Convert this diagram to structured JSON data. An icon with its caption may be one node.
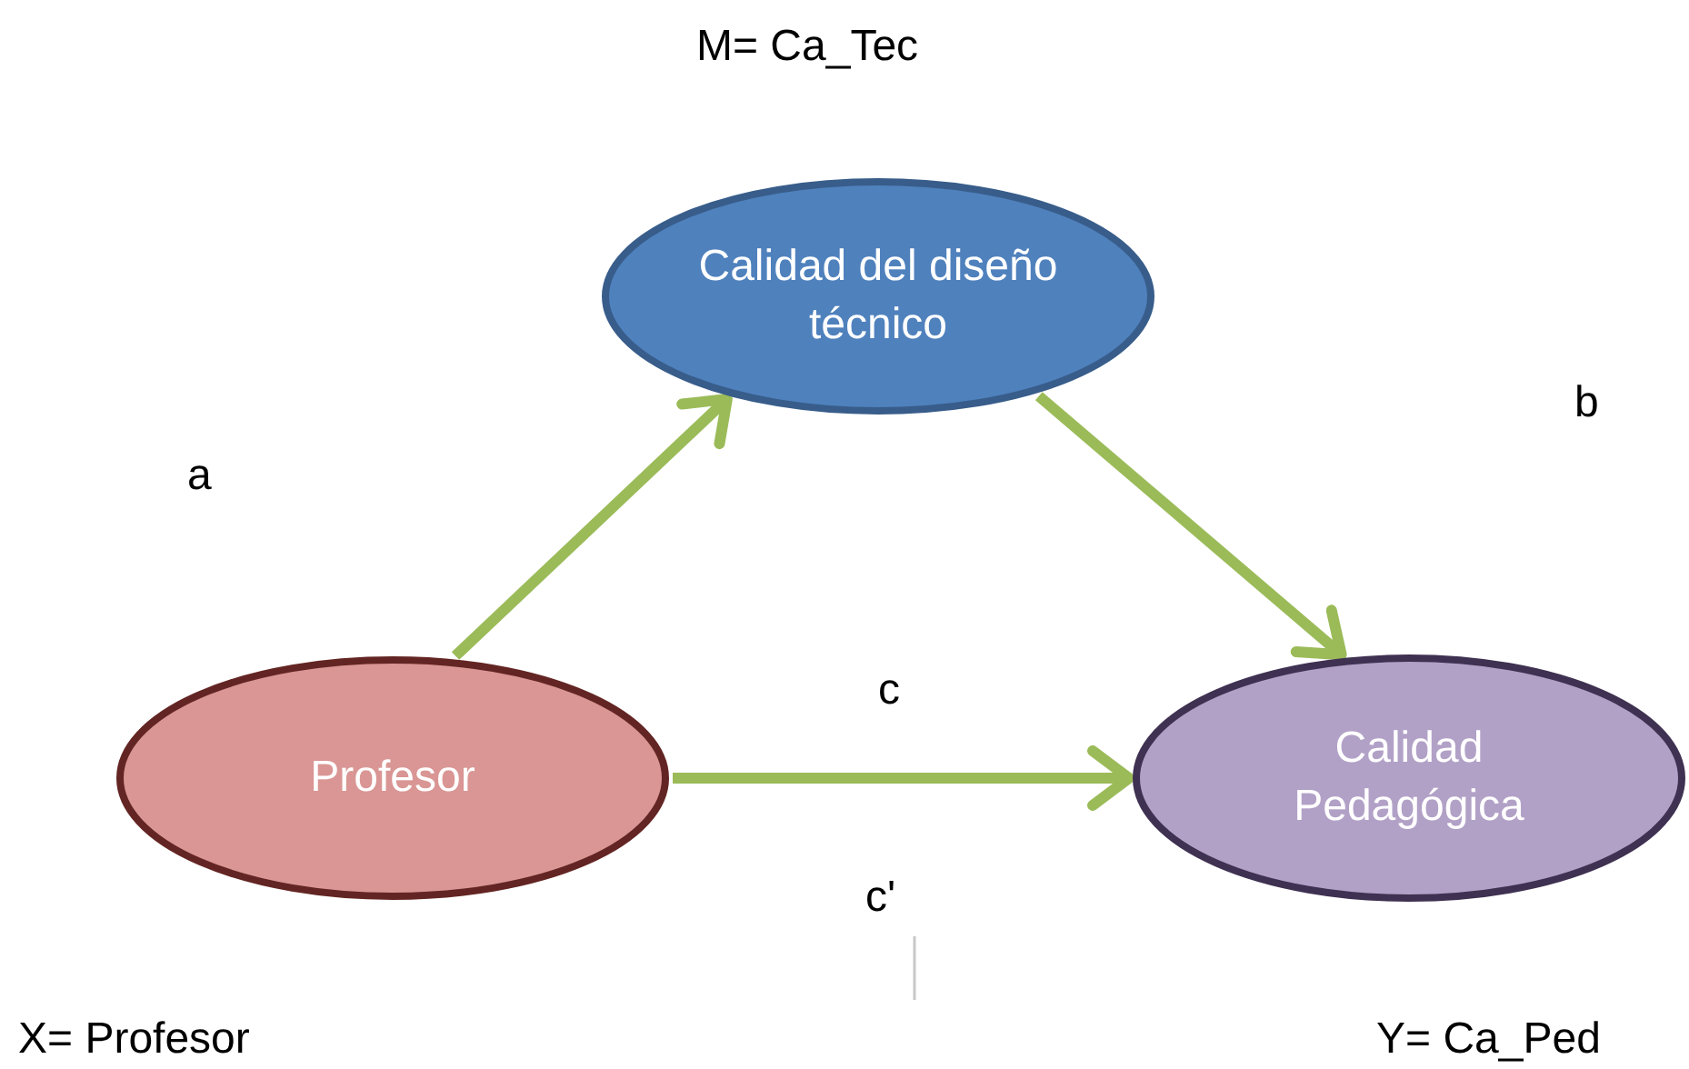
{
  "diagram": {
    "nodes": [
      {
        "text": [
          "Calidad del diseño técnico"
        ]
      },
      {
        "text": [
          "Profesor"
        ]
      },
      {
        "text": [
          "Calidad Pedagógica"
        ]
      }
    ],
    "edges": [
      {
        "from": 1,
        "to": 0,
        "arrow": "to"
      },
      {
        "from": 0,
        "to": 2,
        "arrow": "to"
      },
      {
        "from": 1,
        "to": 2,
        "arrow": "to"
      }
    ],
    "labels": [
      "M= Ca_Tec",
      "a",
      "b",
      "c",
      "c'",
      "X= Profesor",
      "Y= Ca_Ped"
    ]
  }
}
